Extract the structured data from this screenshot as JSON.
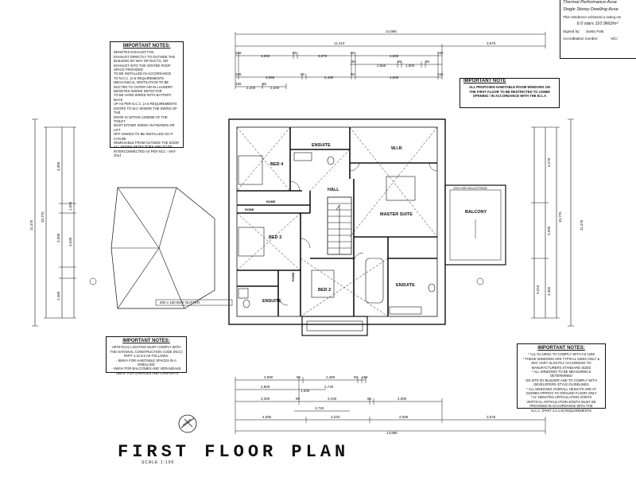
{
  "certificate": {
    "line1": "Thermal Performance Asse",
    "line2": "Single Storey Dwelling Asse",
    "line3": "This residence achieved a rating rat",
    "rating": "6.0 stars  110.9MJ/m²",
    "signed_label": "Signed by:",
    "signed_value": "Santo Fotti",
    "accreditation_label": "Accreditation number:",
    "accreditation_value": "VIC/"
  },
  "notes_top_left": {
    "heading": "IMPORTANT NOTES:",
    "lines": [
      "DENOTES EXHAUST FAN",
      "EXHAUST DIRECTLY TO OUTSIDE THE",
      "BUILDING BY WAY OR DUCTS, OR",
      "EXHAUST INTO THE VENTED ROOF",
      "SPACE PROVIDED",
      "TO BE INSTALLED IN ACCORDANCE",
      "TO N.C.C. (A.5 REQUIREMENTS",
      "MECHANICAL VENTILATION TO BE",
      "DUCTED TO OUTER AIR IN LAUNDRY",
      "DENOTES SMOKE DETECTOR",
      "TO BE HARD WIRED WITH BATTERY BACK",
      "UP AS PER N.C.C. (A.5 REQUIREMENTS",
      "DOORS TO W.C WHERE THE SWING OF THE",
      "DOOR IS WITHIN 1200MM OF THE TOILET",
      "MUST EITHER SWING OUTWARDS OR LIFT",
      "OFF HINGES TO BE INSTALLED SO IT CAN BE",
      "REMOVABLE FROM OUTSIDE THE DOOR",
      "ALL SMOKE DETECTORS ARE TO BE",
      "INTERCONNECTED AS PER NCC - MAY 2014"
    ]
  },
  "note_window": {
    "heading": "IMPORTANT NOTE",
    "lines": [
      "ALL PROPOSED HABITABLE ROOM WINDOWS ON",
      "THE FIRST FLOOR TO BE RESTRICTED TO 125MM",
      "OPENING / IN ACCORDANCE WITH THE B.C.A"
    ]
  },
  "notes_lighting": {
    "heading": "IMPORTANT NOTES:",
    "lines": [
      "ARTIFICIAL LIGHTING MUST COMPLY WITH",
      "THE NATIONAL CONSTRUCTION CODE (NCC)",
      "PART 3.12.5.5 AS FOLLOWS:",
      "- 5W/m² FOR HABITABLE SPACES IN A DWELLING",
      "- 4W/m² FOR BALCONIES AND VERANDAHS",
      "- 3W/m² FOR GARAGES AND CARPORTS"
    ]
  },
  "notes_bottom_right": {
    "heading": "IMPORTANT NOTES:",
    "lines": [
      "* ALL GLAZING TO COMPLY WITH AS 1288",
      "* THESE WINDOWS ARE TYPICAL SIZES ONLY &",
      "MAY VARY SLIGHTLY ACCORDING TO",
      "MANUFACTURERS STANDARD SIZES",
      "* ALL WINDOWS TO BE MEASURED & DETERMINED",
      "ON SITE BY BUILDER AND TO COMPLY WITH",
      "DEVELOPERS STYLE GUIDELINES",
      "* ALL WINDOWS OVERALL HEIGHTS ARE AT",
      "2100MM APPROX TO GROUND FLOOR ONLY",
      "\"AJ\" DENOTES ARTICULATION JOINTS",
      "VERTICAL ARTICULATION JOINTS MUST BE",
      "PROVIDED IN ACCORDANCE WITH THE",
      "N.C.C. (PART 3.3.1.8) REQUIREMENTS"
    ]
  },
  "rooms": {
    "bed4": "BED 4",
    "ensuite_top": "ENSUITE",
    "wir": "W.I.R",
    "hall": "HALL",
    "robe_top": "ROBE",
    "robe_left": "ROBE",
    "master": "MASTER SUITE",
    "balcony": "BALCONY",
    "bed3": "BED 3",
    "robe_vert": "ROBE",
    "bed2": "BED 2",
    "ensuite_left": "ENSUITE",
    "ensuite_right": "ENSUITE",
    "gutter": "500 x 150 BOX GUTTER",
    "balcony_rail": "1000 HIGH BALUSTRADE"
  },
  "dims_top": {
    "overall": "14,985",
    "row1": [
      "11,410",
      "3,575"
    ],
    "row2": [
      "165",
      "3,000",
      "90",
      "3,070",
      "90",
      "4,830",
      "165"
    ],
    "row3": [
      "90",
      "2,650",
      "90",
      "1,000",
      "90"
    ],
    "row4": [
      "165",
      "3,590",
      "90",
      "2,480",
      "90",
      "4,830",
      "165"
    ],
    "row5": [
      "165",
      "2,200",
      "90",
      "2,300"
    ]
  },
  "dims_bottom": {
    "row1": [
      "3,590",
      "90",
      "2,480",
      "90",
      "160"
    ],
    "row2": [
      "2,800",
      "1,200",
      "2,740"
    ],
    "row3": [
      "3,390",
      "90",
      "3,430",
      "90",
      "4,080"
    ],
    "row4": [
      "2,740"
    ],
    "row5": [
      "4,095",
      "3,220",
      "4,095",
      "3,575"
    ],
    "overall": "14,985"
  },
  "dims_left": [
    "11,475",
    "10,775",
    "4,300",
    "1,250",
    "3,200",
    "3,530",
    "2,460"
  ],
  "dims_right": [
    "11,475",
    "10,775",
    "4,270",
    "3,200",
    "3,210",
    "3,365"
  ],
  "title": {
    "text": "FIRST FLOOR PLAN",
    "scale": "SCALE 1:100"
  }
}
